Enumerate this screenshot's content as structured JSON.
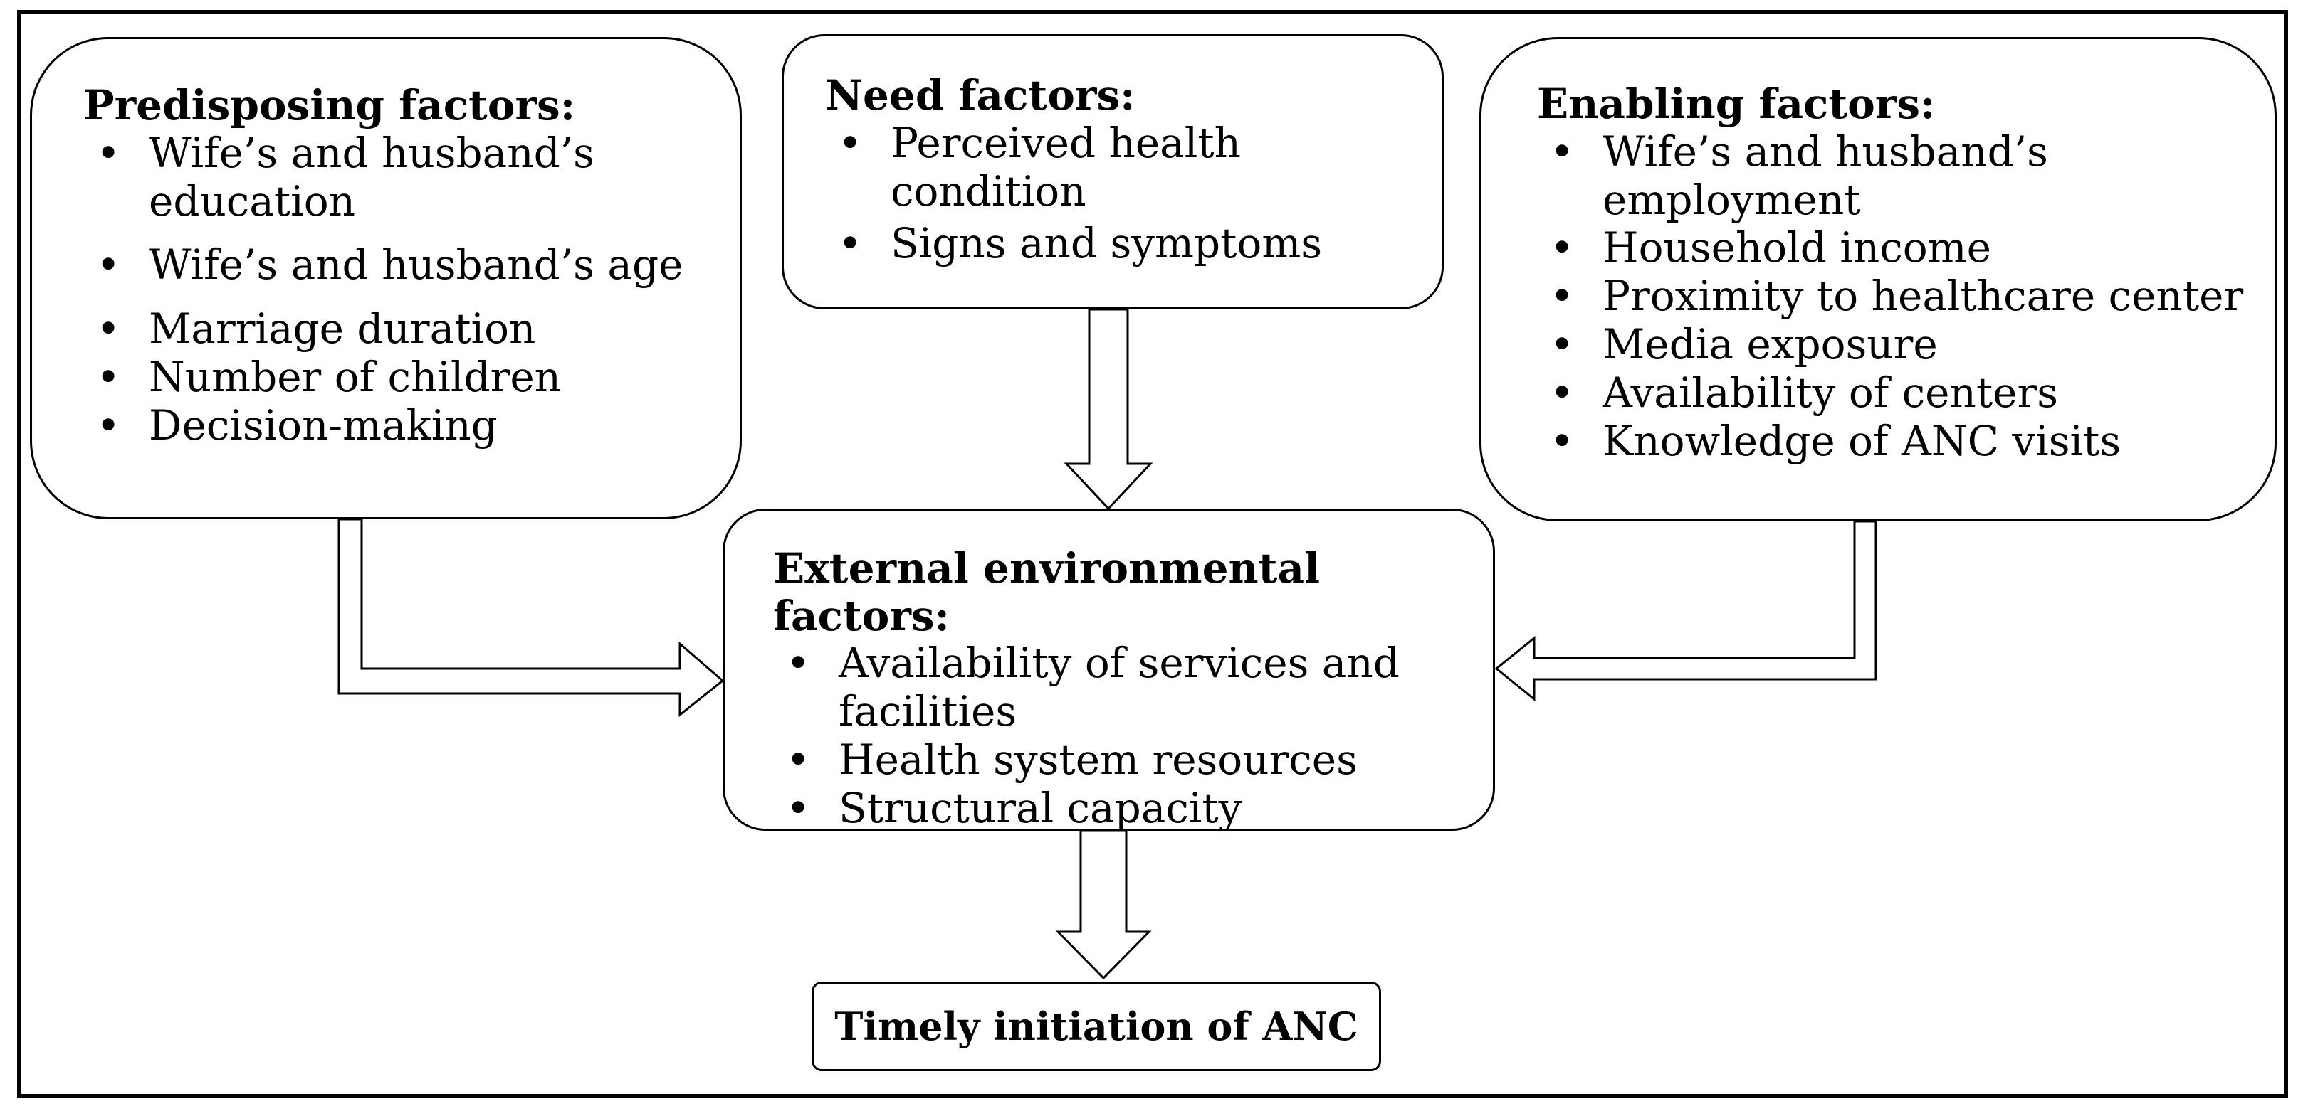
{
  "predisposing": {
    "title": "Predisposing factors:",
    "items": [
      "Wife’s and husband’s education",
      "Wife’s and husband’s age",
      "Marriage duration",
      "Number of children",
      "Decision-making"
    ]
  },
  "need": {
    "title": "Need factors:",
    "items": [
      "Perceived health condition",
      "Signs and symptoms"
    ]
  },
  "enabling": {
    "title": "Enabling factors:",
    "items": [
      "Wife’s and husband’s employment",
      "Household income",
      "Proximity to healthcare center",
      "Media exposure",
      "Availability of centers",
      "Knowledge of ANC visits"
    ]
  },
  "external": {
    "title": "External environmental factors:",
    "items": [
      "Availability of services and facilities",
      "Health system resources",
      "Structural capacity"
    ]
  },
  "outcome": {
    "label": "Timely initiation of ANC"
  }
}
